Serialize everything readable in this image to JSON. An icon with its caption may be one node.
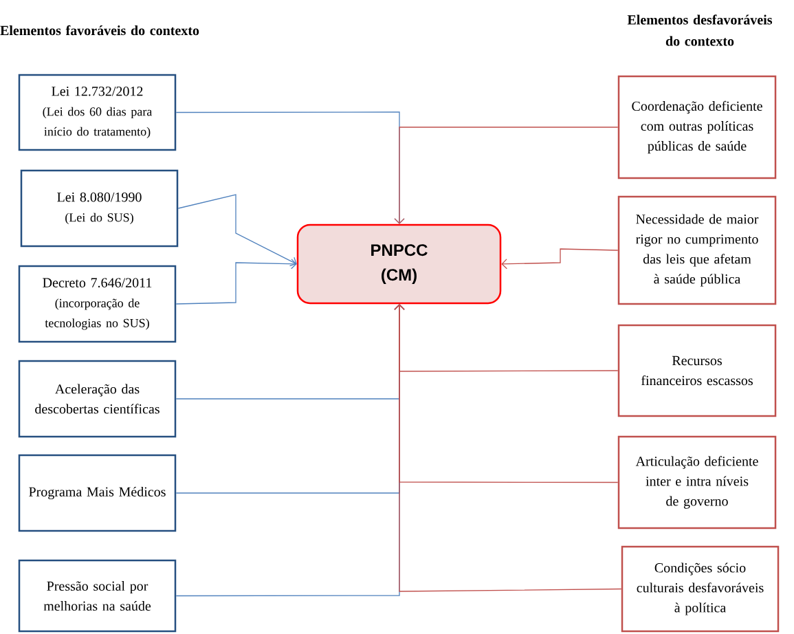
{
  "diagram": {
    "nodes": [
      {
        "text": [
          "Lei 12.732/2012",
          "(Lei dos 60 dias para início do tratamento)"
        ]
      },
      {
        "text": [
          "Lei 8.080/1990",
          "(Lei do SUS)"
        ]
      },
      {
        "text": [
          "Decreto 7.646/2011",
          "(incorporação de tecnologias no SUS)"
        ]
      },
      {
        "text": [
          "Aceleração das descobertas científicas"
        ]
      },
      {
        "text": [
          "Programa Mais Médicos"
        ]
      },
      {
        "text": [
          "Pressão social por melhorias na saúde"
        ]
      },
      {
        "text": [
          "PNPCC (CM)"
        ]
      },
      {
        "text": [
          "Coordenação deficiente com outras políticas públicas de saúde"
        ]
      },
      {
        "text": [
          "Necessidade de maior rigor no cumprimento das leis que afetam à saúde pública"
        ]
      },
      {
        "text": [
          "Recursos financeiros escassos"
        ]
      },
      {
        "text": [
          "Articulação deficiente inter e intra níveis de governo"
        ]
      },
      {
        "text": [
          "Condições sócio culturais desfavoráveis à política"
        ]
      }
    ],
    "edges": [
      {
        "from": 0,
        "to": 6,
        "arrow": "to"
      },
      {
        "from": 1,
        "to": 6,
        "arrow": "to"
      },
      {
        "from": 2,
        "to": 6,
        "arrow": "to"
      },
      {
        "from": 3,
        "to": 6,
        "arrow": "to"
      },
      {
        "from": 4,
        "to": 6,
        "arrow": "to"
      },
      {
        "from": 5,
        "to": 6,
        "arrow": "to"
      },
      {
        "from": 7,
        "to": 6,
        "arrow": "to",
        "color": "#c0504d"
      },
      {
        "from": 8,
        "to": 6,
        "arrow": "to",
        "color": "#c0504d"
      },
      {
        "from": 9,
        "to": 6,
        "arrow": "to",
        "color": "#c0504d"
      },
      {
        "from": 10,
        "to": 6,
        "arrow": "to",
        "color": "#c0504d"
      },
      {
        "from": 11,
        "to": 6,
        "arrow": "to",
        "color": "#c0504d"
      }
    ],
    "labels": [
      "Elementos favoráveis do contexto",
      "Elementos desfavoráveis do contexto"
    ]
  }
}
